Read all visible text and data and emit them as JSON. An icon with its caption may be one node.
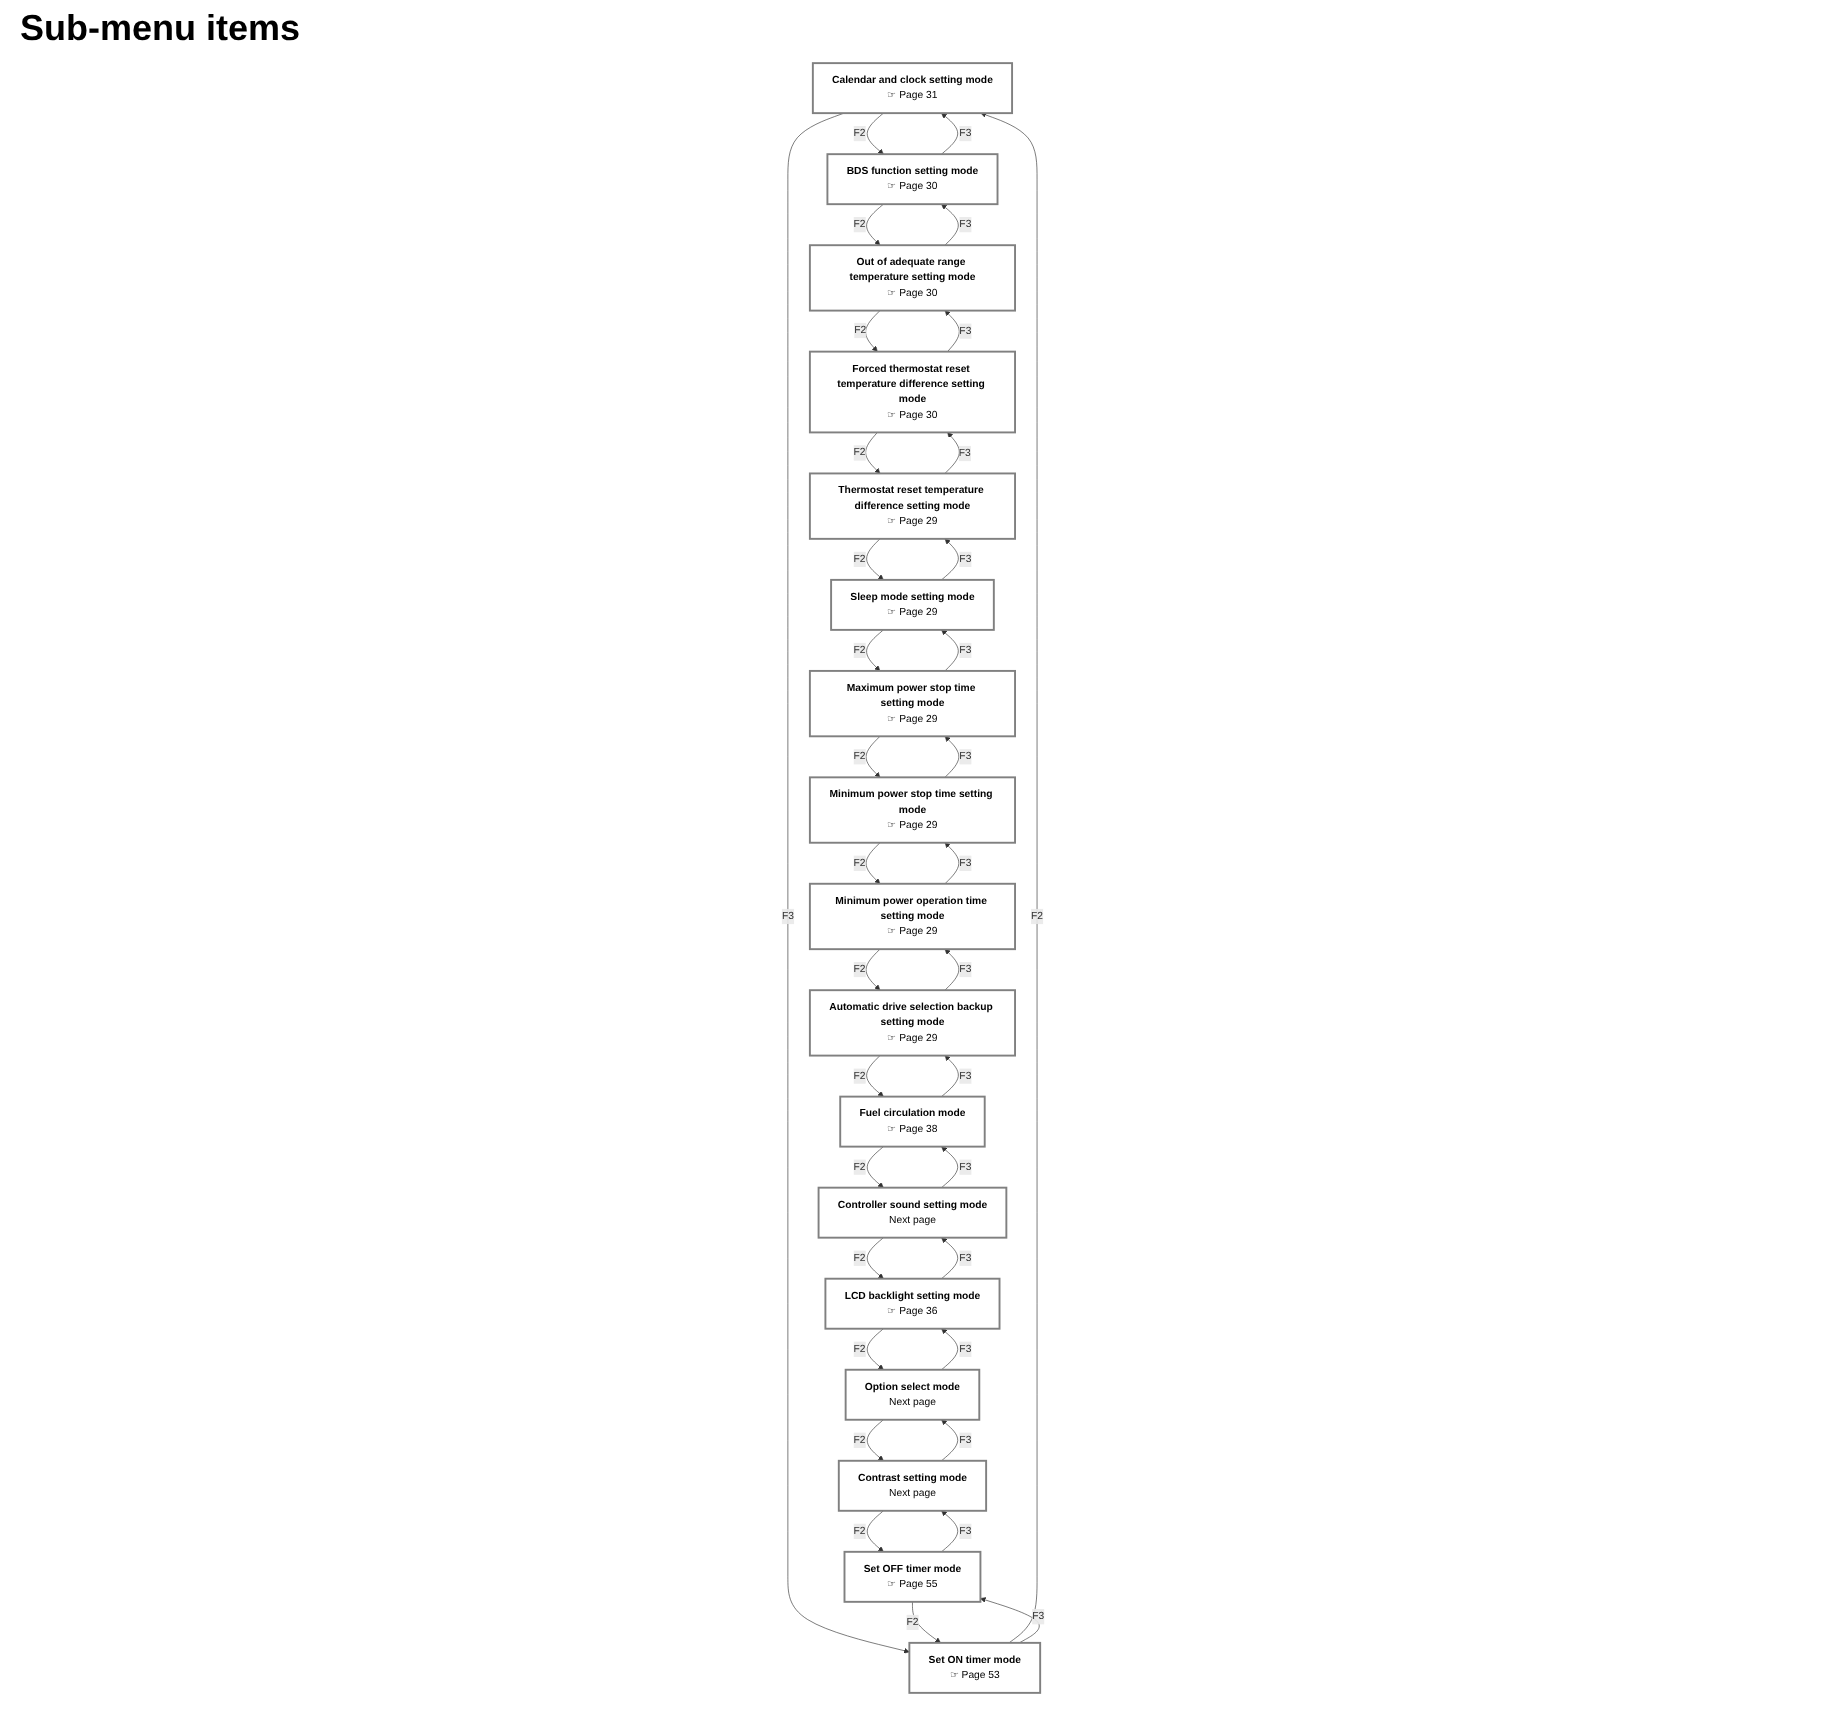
{
  "diagram": {
    "title": "Sub-menu items",
    "nodes": [
      {
        "text": [
          "Calendar and clock setting mode",
          "☞ Page 31"
        ]
      },
      {
        "text": [
          "Set ON timer mode",
          "☞ Page 53"
        ]
      },
      {
        "text": [
          "Set OFF timer mode",
          "☞ Page 55"
        ]
      },
      {
        "text": [
          "Contrast setting mode",
          "Next page"
        ]
      },
      {
        "text": [
          "Option select mode",
          "Next page"
        ]
      },
      {
        "text": [
          "LCD backlight setting mode",
          "☞ Page 36"
        ]
      },
      {
        "text": [
          "Controller sound setting mode",
          "Next page"
        ]
      },
      {
        "text": [
          "Fuel circulation mode",
          "☞ Page 38"
        ]
      },
      {
        "text": [
          "BDS function setting mode",
          "☞ Page 30"
        ]
      },
      {
        "text": [
          "Out of adequate range temperature setting mode",
          "☞ Page 30"
        ]
      },
      {
        "text": [
          "Forced thermostat reset temperature difference setting mode",
          "☞ Page 30"
        ]
      },
      {
        "text": [
          "Thermostat reset temperature difference setting mode",
          "☞ Page 29"
        ]
      },
      {
        "text": [
          "Sleep mode setting mode",
          "☞ Page 29"
        ]
      },
      {
        "text": [
          "Maximum power stop time setting mode",
          "☞ Page 29"
        ]
      },
      {
        "text": [
          "Minimum power stop time setting mode",
          "☞ Page 29"
        ]
      },
      {
        "text": [
          "Minimum power operation time setting mode",
          "☞ Page 29"
        ]
      },
      {
        "text": [
          "Automatic drive selection backup setting mode",
          "☞ Page 29"
        ]
      }
    ],
    "edges": [
      {
        "from": 0,
        "to": 8,
        "arrow": "to",
        "label": "F2"
      },
      {
        "from": 8,
        "to": 0,
        "arrow": "to",
        "label": "F3"
      },
      {
        "from": 1,
        "to": 0,
        "arrow": "to",
        "label": "F2"
      },
      {
        "from": 0,
        "to": 1,
        "arrow": "to",
        "label": "F3"
      },
      {
        "from": 9,
        "to": 8,
        "arrow": "to",
        "label": "F3"
      },
      {
        "from": 8,
        "to": 9,
        "arrow": "to",
        "label": "F2"
      },
      {
        "from": 2,
        "to": 1,
        "arrow": "to",
        "label": "F2"
      },
      {
        "from": 1,
        "to": 2,
        "arrow": "to",
        "label": "F3"
      },
      {
        "from": 10,
        "to": 9,
        "arrow": "to",
        "label": "F3"
      },
      {
        "from": 9,
        "to": 10,
        "arrow": "to",
        "label": "F2"
      },
      {
        "from": 3,
        "to": 2,
        "arrow": "to",
        "label": "F2"
      },
      {
        "from": 2,
        "to": 3,
        "arrow": "to",
        "label": "F3"
      },
      {
        "from": 11,
        "to": 10,
        "arrow": "to",
        "label": "F3"
      },
      {
        "from": 10,
        "to": 11,
        "arrow": "to",
        "label": "F2"
      },
      {
        "from": 4,
        "to": 3,
        "arrow": "to",
        "label": "F2"
      },
      {
        "from": 3,
        "to": 4,
        "arrow": "to",
        "label": "F3"
      },
      {
        "from": 12,
        "to": 11,
        "arrow": "to",
        "label": "F3"
      },
      {
        "from": 11,
        "to": 12,
        "arrow": "to",
        "label": "F2"
      },
      {
        "from": 5,
        "to": 4,
        "arrow": "to",
        "label": "F2"
      },
      {
        "from": 4,
        "to": 5,
        "arrow": "to",
        "label": "F3"
      },
      {
        "from": 13,
        "to": 12,
        "arrow": "to",
        "label": "F3"
      },
      {
        "from": 12,
        "to": 13,
        "arrow": "to",
        "label": "F2"
      },
      {
        "from": 6,
        "to": 5,
        "arrow": "to",
        "label": "F2"
      },
      {
        "from": 5,
        "to": 6,
        "arrow": "to",
        "label": "F3"
      },
      {
        "from": 14,
        "to": 13,
        "arrow": "to",
        "label": "F3"
      },
      {
        "from": 13,
        "to": 14,
        "arrow": "to",
        "label": "F2"
      },
      {
        "from": 7,
        "to": 6,
        "arrow": "to",
        "label": "F2"
      },
      {
        "from": 6,
        "to": 7,
        "arrow": "to",
        "label": "F3"
      },
      {
        "from": 15,
        "to": 14,
        "arrow": "to",
        "label": "F3"
      },
      {
        "from": 14,
        "to": 15,
        "arrow": "to",
        "label": "F2"
      },
      {
        "from": 16,
        "to": 7,
        "arrow": "to",
        "label": "F2"
      },
      {
        "from": 7,
        "to": 16,
        "arrow": "to",
        "label": "F3"
      },
      {
        "from": 16,
        "to": 15,
        "arrow": "to",
        "label": "F3"
      },
      {
        "from": 15,
        "to": 16,
        "arrow": "to",
        "label": "F2"
      }
    ]
  }
}
